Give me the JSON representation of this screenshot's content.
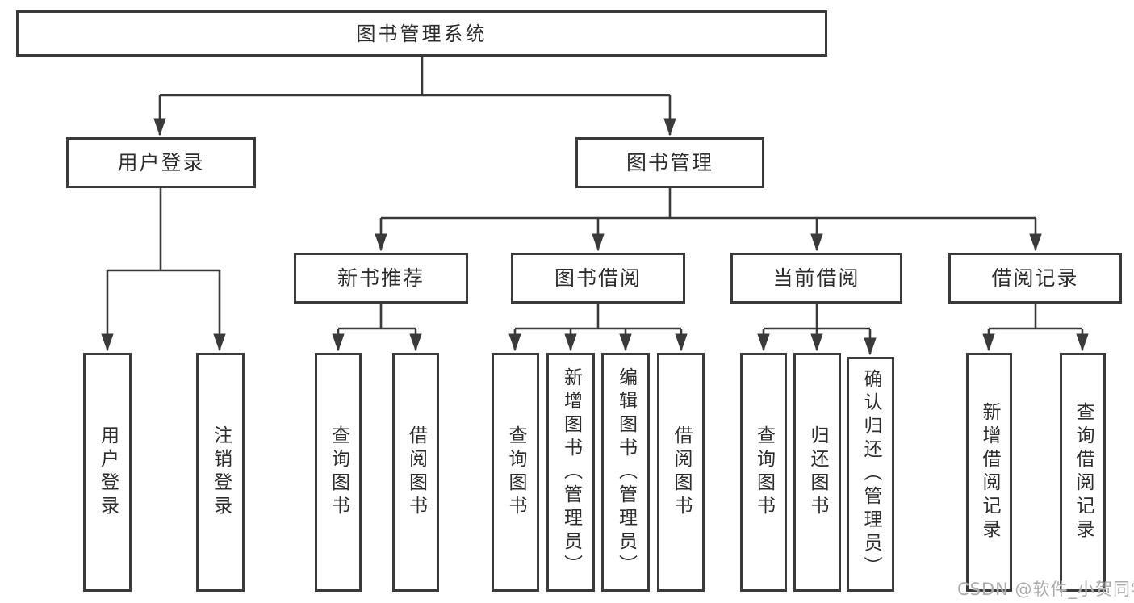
{
  "colors": {
    "line": "#3a3a3a",
    "box_border": "#3a3a3a",
    "text": "#2d2d2d",
    "watermark_text": "#ababab",
    "background": "#ffffff"
  },
  "tree": {
    "root": {
      "label": "图书管理系统"
    },
    "children": [
      {
        "label": "用户登录",
        "children": [
          {
            "label": "用户登录"
          },
          {
            "label": "注销登录"
          }
        ]
      },
      {
        "label": "图书管理",
        "children": [
          {
            "label": "新书推荐",
            "children": [
              {
                "label": "查询图书"
              },
              {
                "label": "借阅图书"
              }
            ]
          },
          {
            "label": "图书借阅",
            "children": [
              {
                "label": "查询图书"
              },
              {
                "label": "新增图书（管理员）"
              },
              {
                "label": "编辑图书（管理员）"
              },
              {
                "label": "借阅图书"
              }
            ]
          },
          {
            "label": "当前借阅",
            "children": [
              {
                "label": "查询图书"
              },
              {
                "label": "归还图书"
              },
              {
                "label": "确认归还（管理员）"
              }
            ]
          },
          {
            "label": "借阅记录",
            "children": [
              {
                "label": "新增借阅记录"
              },
              {
                "label": "查询借阅记录"
              }
            ]
          }
        ]
      }
    ]
  },
  "watermark": {
    "text": "CSDN @软件_小贺同学"
  }
}
